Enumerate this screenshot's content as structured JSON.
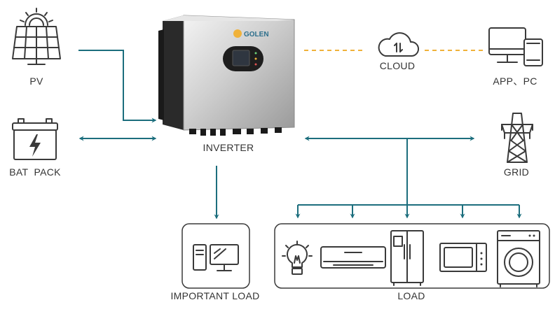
{
  "labels": {
    "pv": "PV",
    "bat_pack": "BAT  PACK",
    "inverter": "INVERTER",
    "cloud": "CLOUD",
    "app_pc": "APP、PC",
    "grid": "GRID",
    "important_load": "IMPORTANT LOAD",
    "load": "LOAD"
  },
  "inverter_brand": "GOLEN",
  "colors": {
    "flow_arrow": "#1c6e7d",
    "comm_link": "#f0b23a",
    "icon_stroke": "#3a3a3a",
    "label_text": "#333333",
    "inverter_body": "#c9c9c9",
    "inverter_side": "#2a2a2a"
  },
  "icons": {
    "pv": "solar-panel-icon",
    "battery": "battery-icon",
    "cloud": "cloud-icon",
    "app_pc": "monitor-phone-icon",
    "grid": "power-tower-icon",
    "important_load": "desktop-computer-icon",
    "loads": [
      "light-bulb-icon",
      "air-conditioner-icon",
      "refrigerator-icon",
      "microwave-icon",
      "washing-machine-icon"
    ]
  }
}
